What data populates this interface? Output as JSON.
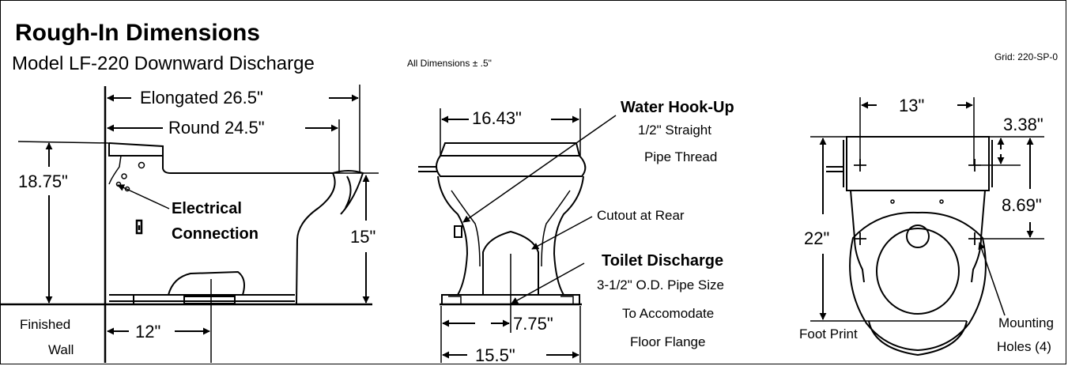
{
  "header": {
    "title": "Rough-In Dimensions",
    "subtitle": "Model LF-220 Downward Discharge",
    "tolerance_note": "All Dimensions ± .5\"",
    "grid_ref": "Grid: 220-SP-0"
  },
  "side_view": {
    "elongated": "Elongated 26.5\"",
    "round": "Round 24.5\"",
    "height": "18.75\"",
    "seat_height": "15\"",
    "electrical_1": "Electrical",
    "electrical_2": "Connection",
    "wall_1": "Finished",
    "wall_2": "Wall",
    "wall_offset": "12\""
  },
  "front_view": {
    "top_width": "16.43\"",
    "water_label": "Water Hook-Up",
    "water_note_1": "1/2\" Straight",
    "water_note_2": "Pipe Thread",
    "cutout": "Cutout at Rear",
    "discharge_label": "Toilet Discharge",
    "discharge_note_1": "3-1/2\" O.D. Pipe Size",
    "discharge_note_2": "To Accomodate",
    "discharge_note_3": "Floor Flange",
    "half_base": "7.75\"",
    "base_width": "15.5\""
  },
  "top_view": {
    "width": "13\"",
    "offset": "3.38\"",
    "mount_spacing": "8.69\"",
    "depth": "22\"",
    "footprint": "Foot Print",
    "holes_1": "Mounting",
    "holes_2": "Holes (4)"
  }
}
